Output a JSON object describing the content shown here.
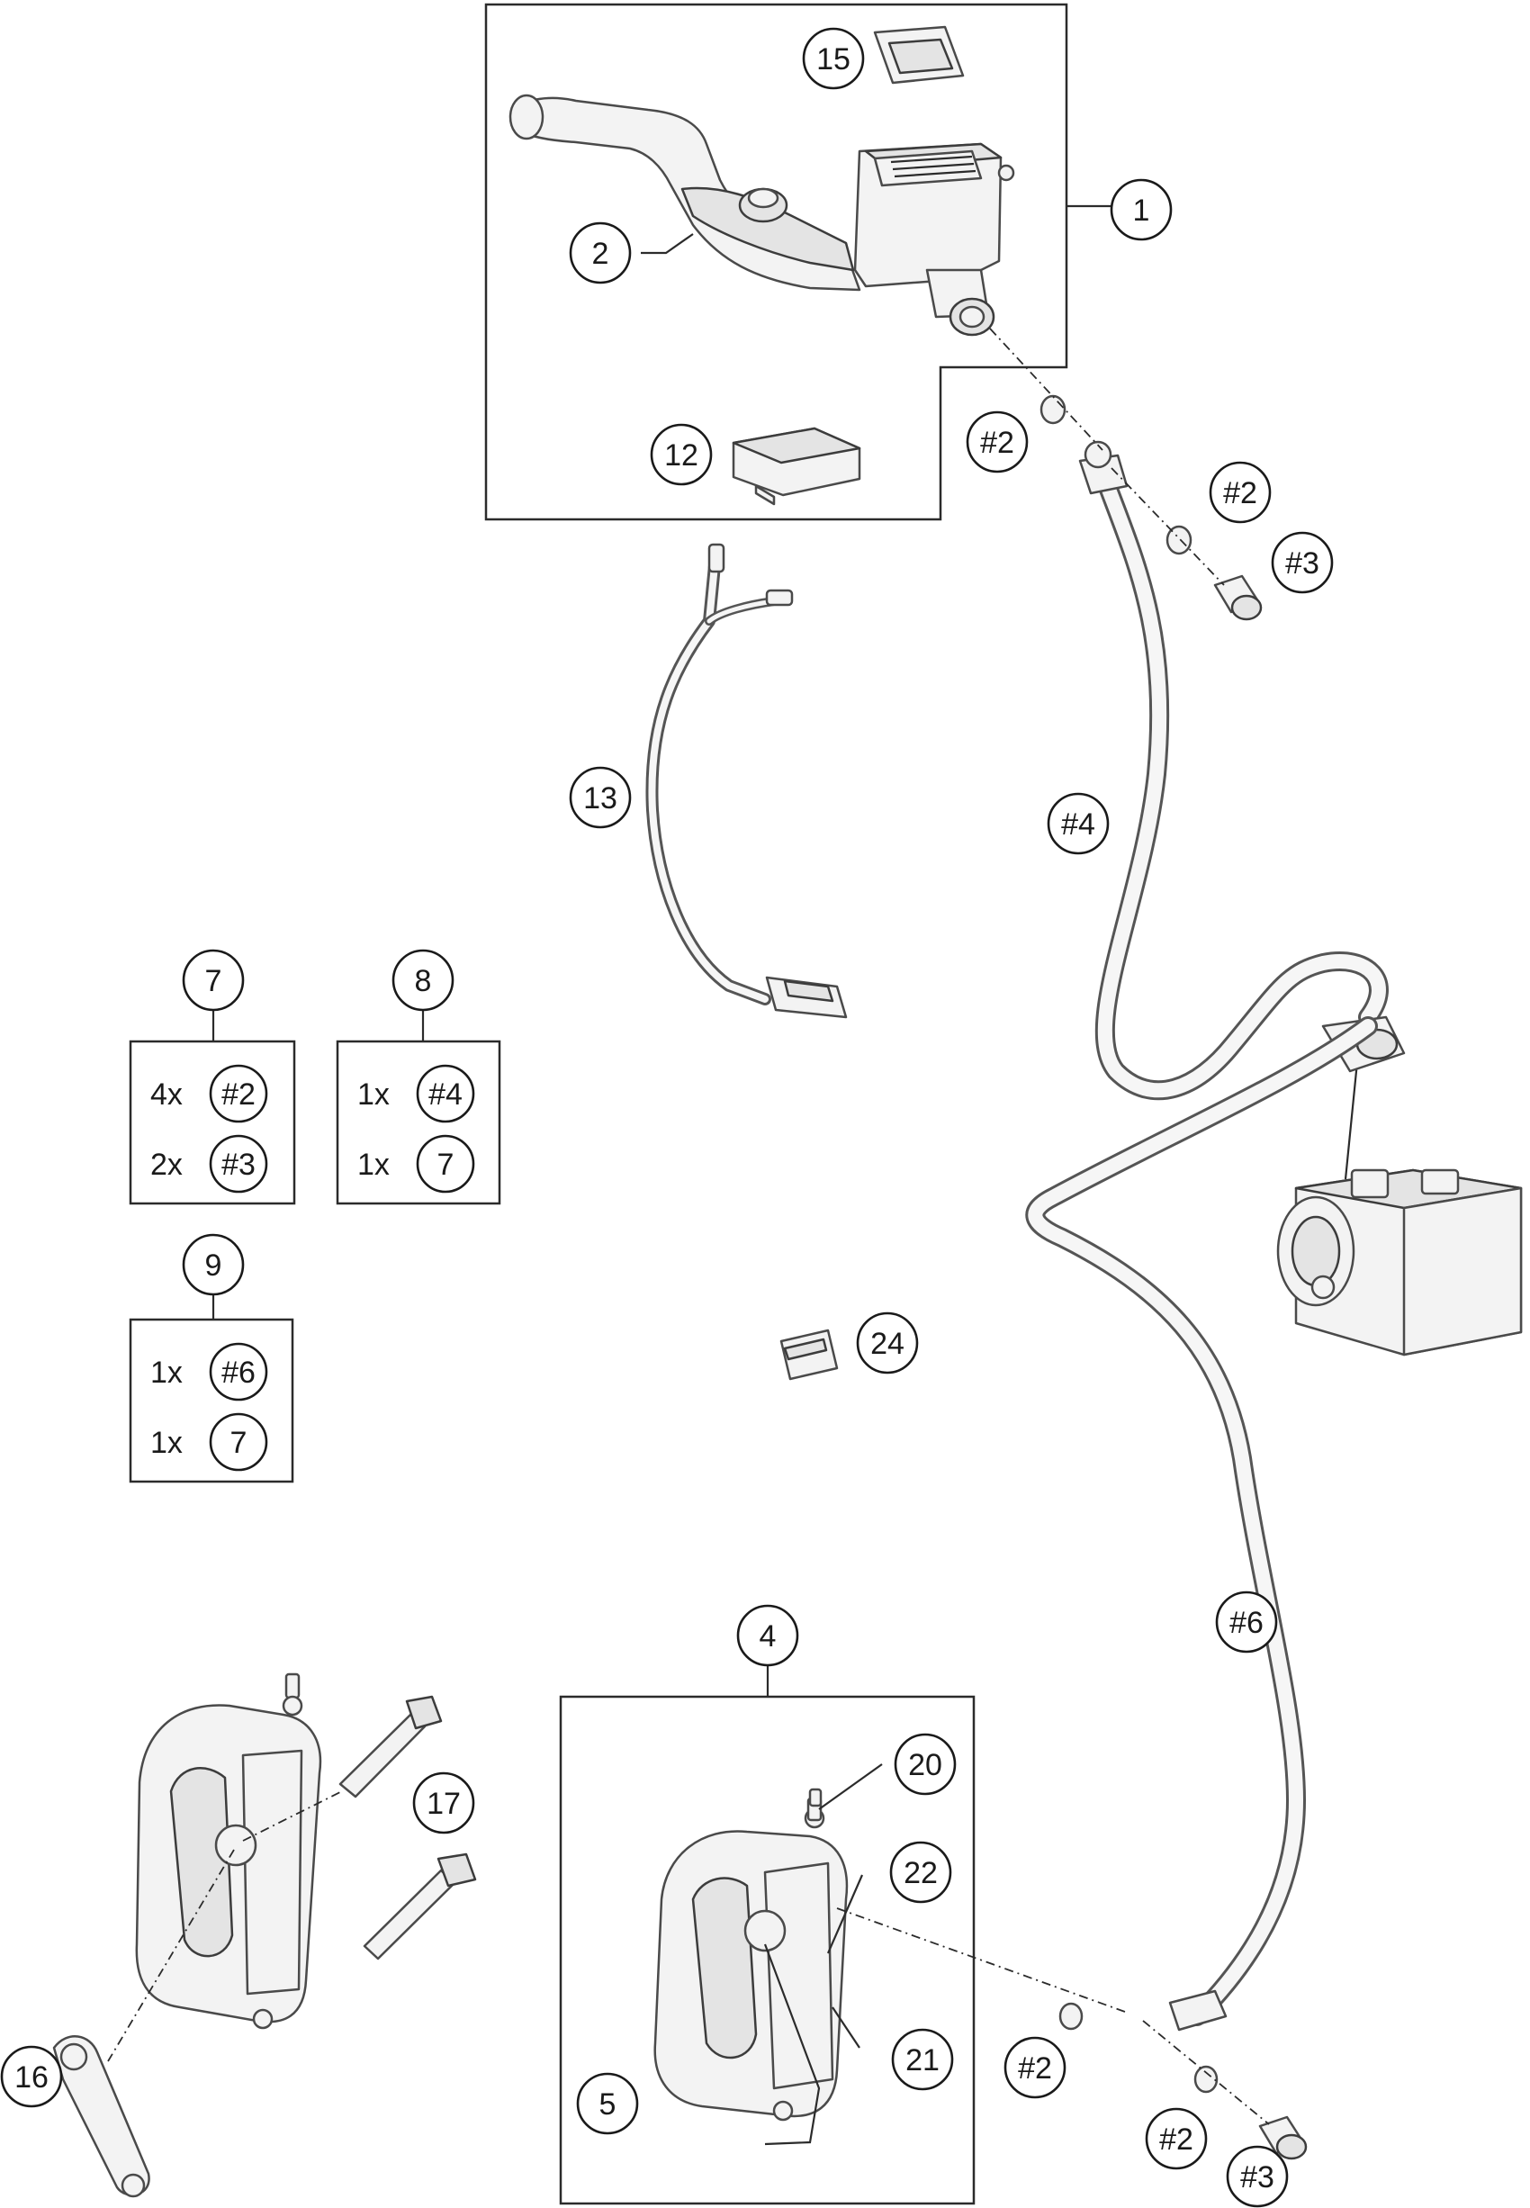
{
  "callouts": {
    "c1": "1",
    "c2": "2",
    "c4": "4",
    "c5": "5",
    "c7": "7",
    "c8": "8",
    "c9": "9",
    "c12": "12",
    "c13": "13",
    "c15": "15",
    "c16": "16",
    "c17": "17",
    "c20": "20",
    "c21": "21",
    "c22": "22",
    "c24": "24",
    "h2a": "#2",
    "h2b": "#2",
    "h3a": "#3",
    "h4": "#4",
    "h6": "#6",
    "h2c": "#2",
    "h2d": "#2",
    "h3b": "#3"
  },
  "kits": {
    "k7": [
      {
        "qty": "4x",
        "ref": "#2"
      },
      {
        "qty": "2x",
        "ref": "#3"
      }
    ],
    "k8": [
      {
        "qty": "1x",
        "ref": "#4"
      },
      {
        "qty": "1x",
        "ref": "7"
      }
    ],
    "k9": [
      {
        "qty": "1x",
        "ref": "#6"
      },
      {
        "qty": "1x",
        "ref": "7"
      }
    ]
  }
}
